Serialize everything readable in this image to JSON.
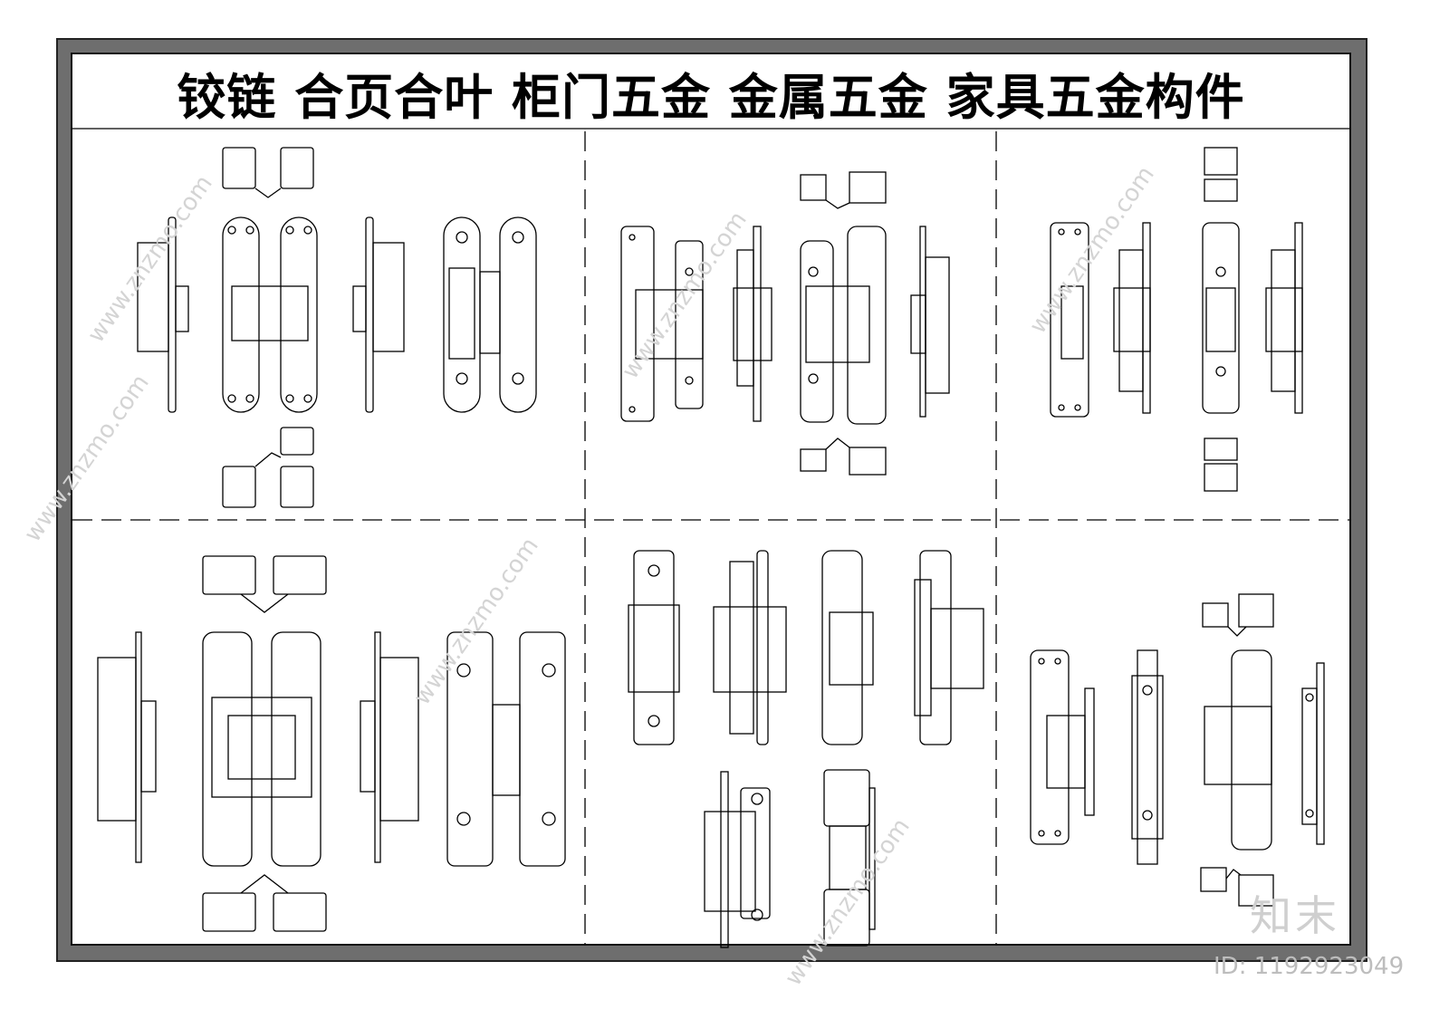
{
  "title": "铰链  合页合叶  柜门五金  金属五金  家具五金构件",
  "watermark_text": "www.znzmo.com",
  "brand_mark": "知末",
  "image_id_label": "ID: 1192923049",
  "colors": {
    "line": "#000000",
    "frame_gray": "#6e6e6e",
    "watermark": "#cfcfcf"
  }
}
